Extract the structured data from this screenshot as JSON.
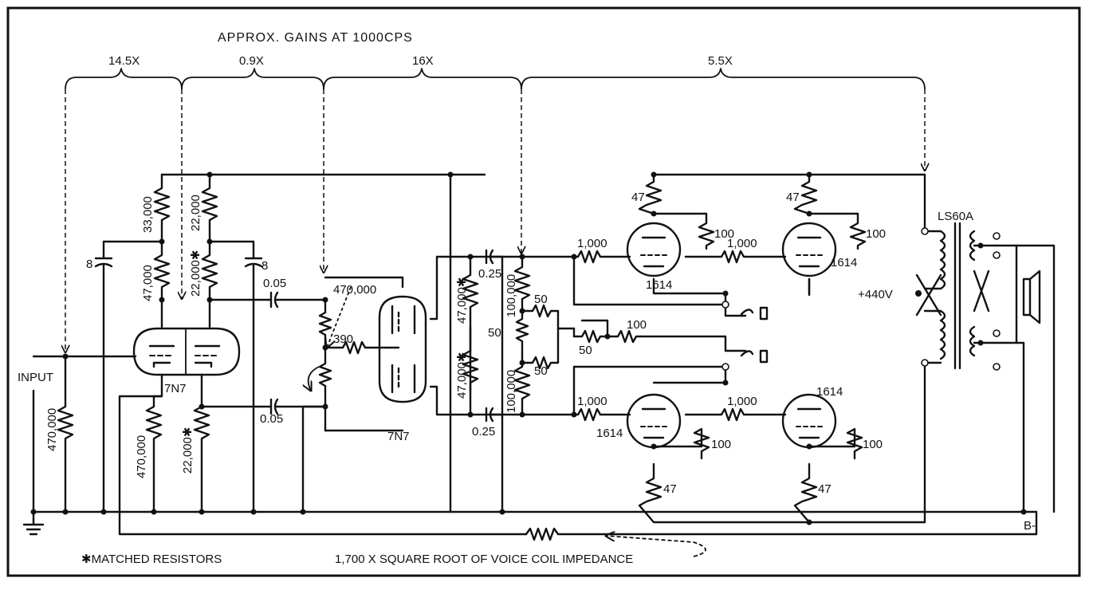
{
  "title": "APPROX. GAINS AT 1000CPS",
  "gains": [
    "14.5X",
    "0.9X",
    "16X",
    "5.5X"
  ],
  "labels": {
    "input": "INPUT",
    "tube_7n7": "7N7",
    "tube_1614": "1614",
    "transformer": "LS60A",
    "supply": "+440V",
    "b_minus": "B-",
    "matched_note": "✱MATCHED RESISTORS",
    "feedback_note": "1,700 X SQUARE ROOT OF VOICE COIL IMPEDANCE"
  },
  "values": {
    "r33000": "33,000",
    "r22000": "22,000",
    "r47000": "47,000",
    "r22000s": "22,000✱",
    "r470000": "470,000",
    "r47000s": "47,000✱",
    "r390": "390",
    "r1000": "1,000",
    "r100": "100",
    "r50": "50",
    "r47": "47",
    "r100000": "100,000",
    "c8": "8",
    "c005": "0.05",
    "c025": "0.25"
  }
}
